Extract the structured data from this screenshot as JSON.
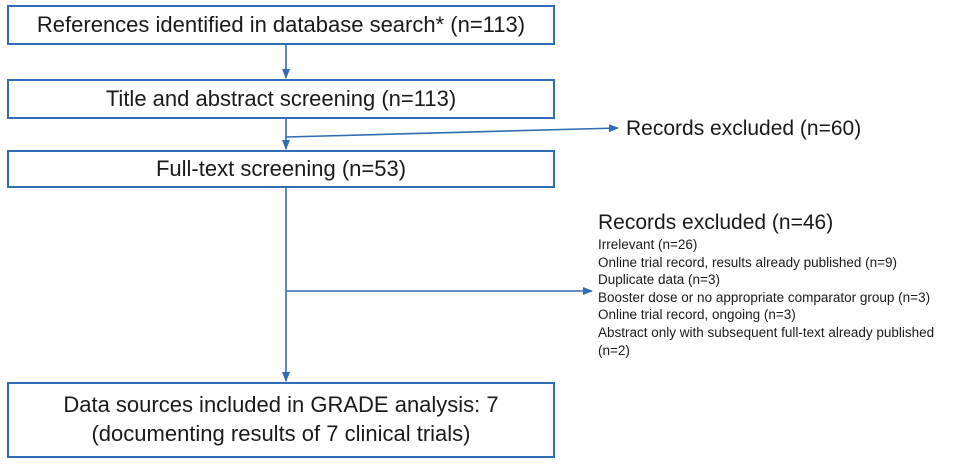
{
  "flow": {
    "identified": "References identified in database search* (n=113)",
    "screening": "Title and abstract screening (n=113)",
    "fulltext": "Full-text screening (n=53)",
    "included_line1": "Data sources included in GRADE analysis: 7",
    "included_line2": "(documenting results of 7 clinical trials)"
  },
  "exclusions": {
    "first": {
      "title": "Records excluded (n=60)"
    },
    "second": {
      "title": "Records excluded (n=46)",
      "reasons": [
        "Irrelevant (n=26)",
        "Online trial record, results already published (n=9)",
        "Duplicate data (n=3)",
        "Booster dose or no appropriate comparator group (n=3)",
        "Online trial record, ongoing (n=3)",
        "Abstract only with subsequent full-text already published (n=2)"
      ]
    }
  },
  "colors": {
    "box_border": "#2f6db5",
    "arrow": "#2f6db5",
    "text": "#1a1a1a"
  }
}
